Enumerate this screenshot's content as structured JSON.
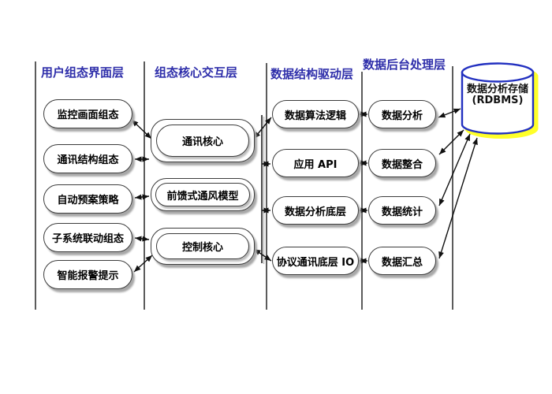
{
  "diagram": {
    "headers": [
      {
        "label": "用户组态界面层"
      },
      {
        "label": "组态核心交互层"
      },
      {
        "label": "数据结构驱动层"
      },
      {
        "label": "数据后台处理层"
      }
    ],
    "user_interface_layer": {
      "nodes": [
        "监控画面组态",
        "通讯结构组态",
        "自动预案策略",
        "子系统联动组态",
        "智能报警提示"
      ]
    },
    "core_interaction_layer": {
      "nodes": [
        "通讯核心",
        "前馈式通风模型",
        "控制核心"
      ]
    },
    "data_structure_layer": {
      "nodes": [
        "数据算法逻辑",
        "应用 API",
        "数据分析底层",
        "协议通讯底层 IO"
      ]
    },
    "backend_processing_layer": {
      "nodes": [
        "数据分析",
        "数据整合",
        "数据统计",
        "数据汇总"
      ]
    },
    "database": {
      "line1": "数据分析存储",
      "line2": "(RDBMS)"
    },
    "colors": {
      "header_text": "#2E2EAA",
      "box_border": "#3C3C3C",
      "box_text": "#000000",
      "db_outline": "#2230C0",
      "db_shadow": "#FFFF29",
      "connector": "#111111",
      "divider": "#4A4A4A"
    }
  }
}
